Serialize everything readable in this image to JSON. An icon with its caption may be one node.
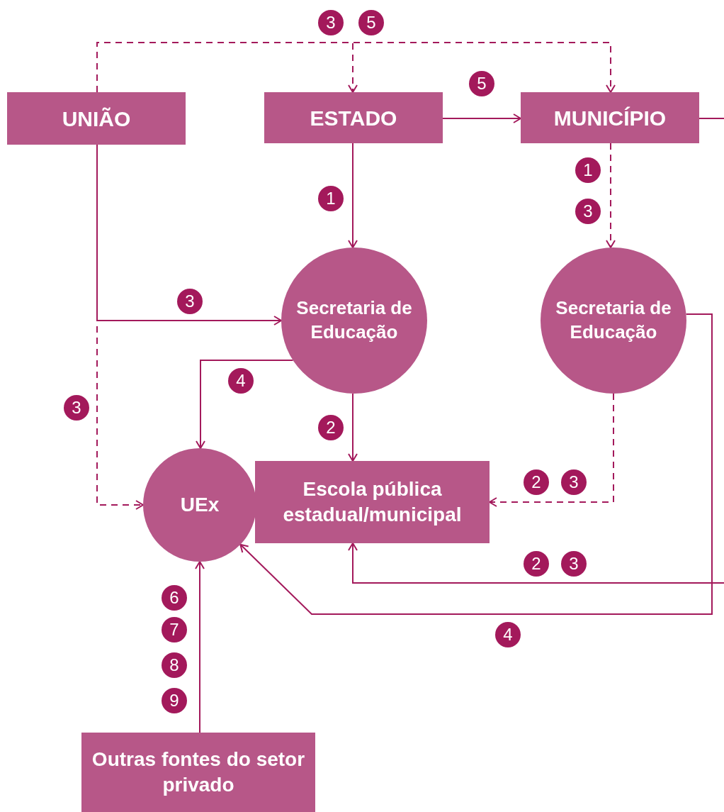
{
  "diagram": {
    "nodes": [
      {
        "text": [
          "UNIÃO"
        ]
      },
      {
        "text": [
          "ESTADO"
        ]
      },
      {
        "text": [
          "MUNICÍPIO"
        ]
      },
      {
        "text": [
          "Secretaria de Educação"
        ]
      },
      {
        "text": [
          "Secretaria de Educação"
        ]
      },
      {
        "text": [
          "UEx"
        ]
      },
      {
        "text": [
          "Escola pública estadual/municipal"
        ]
      },
      {
        "text": [
          "Outras fontes do setor privado"
        ]
      }
    ],
    "edges": [
      {
        "from": 0,
        "to": 1,
        "arrow": "to",
        "style": "dashed"
      },
      {
        "from": 0,
        "to": 2,
        "arrow": "to",
        "style": "dashed"
      },
      {
        "from": 1,
        "to": 2,
        "arrow": "to"
      },
      {
        "from": 2,
        "to": null,
        "arrow": "none"
      },
      {
        "from": 1,
        "to": 3,
        "arrow": "to"
      },
      {
        "from": 2,
        "to": 4,
        "arrow": "to",
        "style": "dashed"
      },
      {
        "from": 0,
        "to": 3,
        "arrow": "to"
      },
      {
        "from": 0,
        "to": 5,
        "arrow": "to",
        "style": "dashed"
      },
      {
        "from": 3,
        "to": 5,
        "arrow": "to"
      },
      {
        "from": 3,
        "to": 6,
        "arrow": "to"
      },
      {
        "from": 4,
        "to": 6,
        "arrow": "to",
        "style": "dashed"
      },
      {
        "from": 4,
        "to": 5,
        "arrow": "to"
      },
      {
        "from": 7,
        "to": 5,
        "arrow": "to"
      },
      {
        "from": null,
        "to": 6,
        "arrow": "to"
      }
    ],
    "labels": [
      "3",
      "5",
      "5",
      "1",
      "1",
      "3",
      "3",
      "4",
      "3",
      "2",
      "2",
      "3",
      "2",
      "3",
      "6",
      "7",
      "4",
      "8",
      "9"
    ]
  }
}
